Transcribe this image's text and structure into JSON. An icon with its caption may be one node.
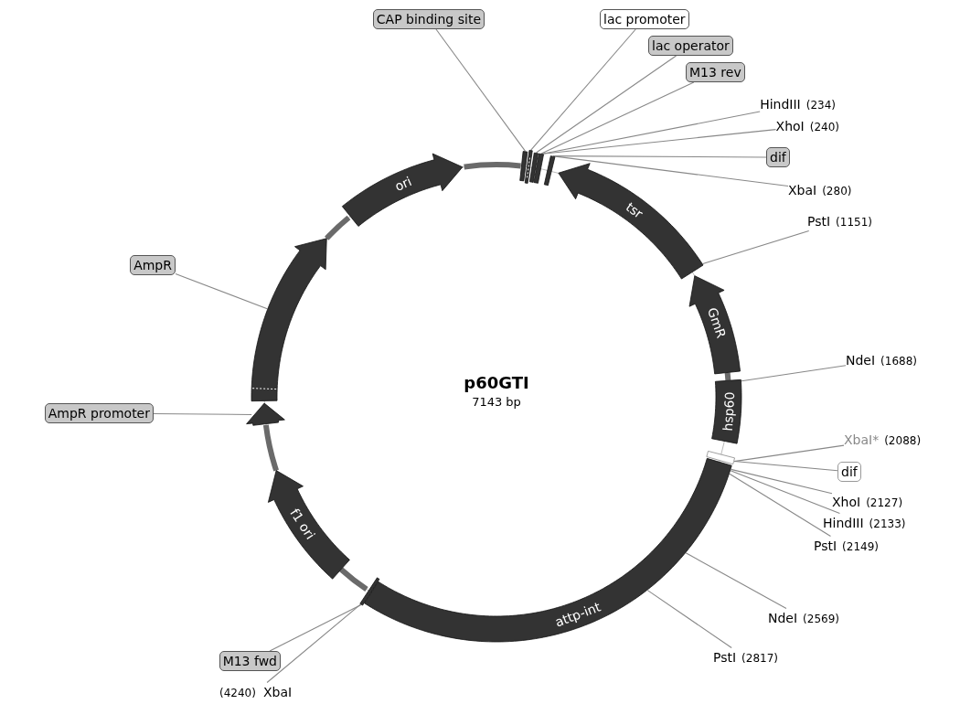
{
  "diagram": {
    "title": "p60GTI",
    "labels": [
      "7143 bp"
    ],
    "nodes": [
      {
        "text": [
          "CAP binding site"
        ]
      },
      {
        "text": [
          "lac promoter"
        ]
      },
      {
        "text": [
          "lac operator"
        ]
      },
      {
        "text": [
          "M13 rev"
        ]
      },
      {
        "text": [
          "HindIII",
          "(234)"
        ]
      },
      {
        "text": [
          "XhoI",
          "(240)"
        ]
      },
      {
        "text": [
          "dif"
        ]
      },
      {
        "text": [
          "XbaI",
          "(280)"
        ]
      },
      {
        "text": [
          "ori"
        ]
      },
      {
        "text": [
          "tsr"
        ]
      },
      {
        "text": [
          "PstI",
          "(1151)"
        ]
      },
      {
        "text": [
          "AmpR"
        ]
      },
      {
        "text": [
          "GmR"
        ]
      },
      {
        "text": [
          "NdeI",
          "(1688)"
        ]
      },
      {
        "text": [
          "hsp60"
        ]
      },
      {
        "text": [
          "AmpR promoter"
        ]
      },
      {
        "text": [
          "XbaI*",
          "(2088)"
        ]
      },
      {
        "text": [
          "dif"
        ]
      },
      {
        "text": [
          "XhoI",
          "(2127)"
        ]
      },
      {
        "text": [
          "HindIII",
          "(2133)"
        ]
      },
      {
        "text": [
          "PstI",
          "(2149)"
        ]
      },
      {
        "text": [
          "f1 ori"
        ]
      },
      {
        "text": [
          "attp-int"
        ]
      },
      {
        "text": [
          "NdeI",
          "(2569)"
        ]
      },
      {
        "text": [
          "PstI",
          "(2817)"
        ]
      },
      {
        "text": [
          "M13 fwd"
        ]
      },
      {
        "text": [
          "(4240)",
          "XbaI"
        ]
      },
      {
        "text": [],
        "shape": "bar"
      },
      {
        "text": [],
        "shape": "bar"
      },
      {
        "text": [],
        "shape": "bar"
      },
      {
        "text": [],
        "shape": "bar"
      },
      {
        "text": [],
        "shape": "bar"
      },
      {
        "text": [],
        "shape": "arrow"
      },
      {
        "text": [],
        "shape": "arrow"
      },
      {
        "text": [],
        "shape": "bar"
      },
      {
        "text": [],
        "shape": "bar"
      }
    ],
    "edges": [
      {
        "from": 0,
        "to": 27,
        "arrow": "none"
      },
      {
        "from": 1,
        "to": 28,
        "arrow": "none"
      },
      {
        "from": 2,
        "to": 29,
        "arrow": "none"
      },
      {
        "from": 3,
        "to": 30,
        "arrow": "none"
      },
      {
        "from": 4,
        "to": 30,
        "arrow": "none"
      },
      {
        "from": 5,
        "to": 30,
        "arrow": "none"
      },
      {
        "from": 6,
        "to": 31,
        "arrow": "none"
      },
      {
        "from": 7,
        "to": 31,
        "arrow": "none"
      },
      {
        "from": 10,
        "to": 9,
        "arrow": "none"
      },
      {
        "from": 11,
        "to": 32,
        "arrow": "none"
      },
      {
        "from": 13,
        "to": 14,
        "arrow": "none"
      },
      {
        "from": 15,
        "to": 33,
        "arrow": "none"
      },
      {
        "from": 16,
        "to": 34,
        "arrow": "none"
      },
      {
        "from": 17,
        "to": 34,
        "arrow": "none"
      },
      {
        "from": 18,
        "to": 22,
        "arrow": "none"
      },
      {
        "from": 19,
        "to": 22,
        "arrow": "none"
      },
      {
        "from": 20,
        "to": 22,
        "arrow": "none"
      },
      {
        "from": 23,
        "to": 22,
        "arrow": "none"
      },
      {
        "from": 24,
        "to": 22,
        "arrow": "none"
      },
      {
        "from": 25,
        "to": 35,
        "arrow": "none"
      },
      {
        "from": 26,
        "to": 35,
        "arrow": "none"
      }
    ]
  }
}
